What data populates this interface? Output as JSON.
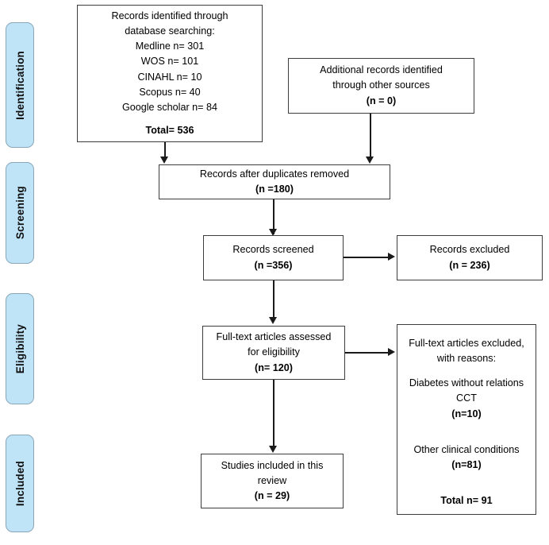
{
  "diagram": {
    "type": "prisma-flow-diagram",
    "accent_color": "#bfe3f7",
    "border_color": "#3d3d3d",
    "stages": [
      {
        "id": "identification",
        "label": "Identification"
      },
      {
        "id": "screening",
        "label": "Screening"
      },
      {
        "id": "eligibility",
        "label": "Eligibility"
      },
      {
        "id": "included",
        "label": "Included"
      }
    ],
    "nodes": {
      "database_search": {
        "l1": "Records identified through",
        "l2": "database searching:",
        "l3": "Medline n= 301",
        "l4": "WOS n= 101",
        "l5": "CINAHL n= 10",
        "l6": "Scopus n= 40",
        "l7": "Google scholar n= 84",
        "total": "Total= 536"
      },
      "other_sources": {
        "l1": "Additional records identified",
        "l2": "through other sources",
        "count": "(n = 0)"
      },
      "duplicates_removed": {
        "l1": "Records after duplicates removed",
        "count": "(n =180)"
      },
      "records_screened": {
        "l1": "Records screened",
        "count": "(n =356)"
      },
      "records_excluded": {
        "l1": "Records excluded",
        "count": "(n = 236)"
      },
      "fulltext_assessed": {
        "l1": "Full-text articles assessed",
        "l2": "for eligibility",
        "count": "(n= 120)"
      },
      "fulltext_excluded": {
        "l1": "Full-text articles excluded,",
        "l2": "with reasons:",
        "r1_l1": "Diabetes without relations",
        "r1_l2": "CCT",
        "r1_count": "(n=10)",
        "r2_l1": "Other clinical conditions",
        "r2_count": "(n=81)",
        "total": "Total n= 91"
      },
      "studies_included": {
        "l1": "Studies included in this",
        "l2": "review",
        "count": "(n = 29)"
      }
    }
  },
  "chart_data": {
    "type": "diagram",
    "title": "PRISMA flow diagram",
    "counts": {
      "medline": 301,
      "wos": 101,
      "cinahl": 10,
      "scopus": 40,
      "google_scholar": 84,
      "identified_total": 536,
      "additional_other_sources": 0,
      "after_duplicates_removed": 180,
      "records_screened": 356,
      "records_excluded": 236,
      "fulltext_assessed": 120,
      "fulltext_excluded_diabetes_no_cct": 10,
      "fulltext_excluded_other_conditions": 81,
      "fulltext_excluded_total": 91,
      "studies_included": 29
    }
  }
}
